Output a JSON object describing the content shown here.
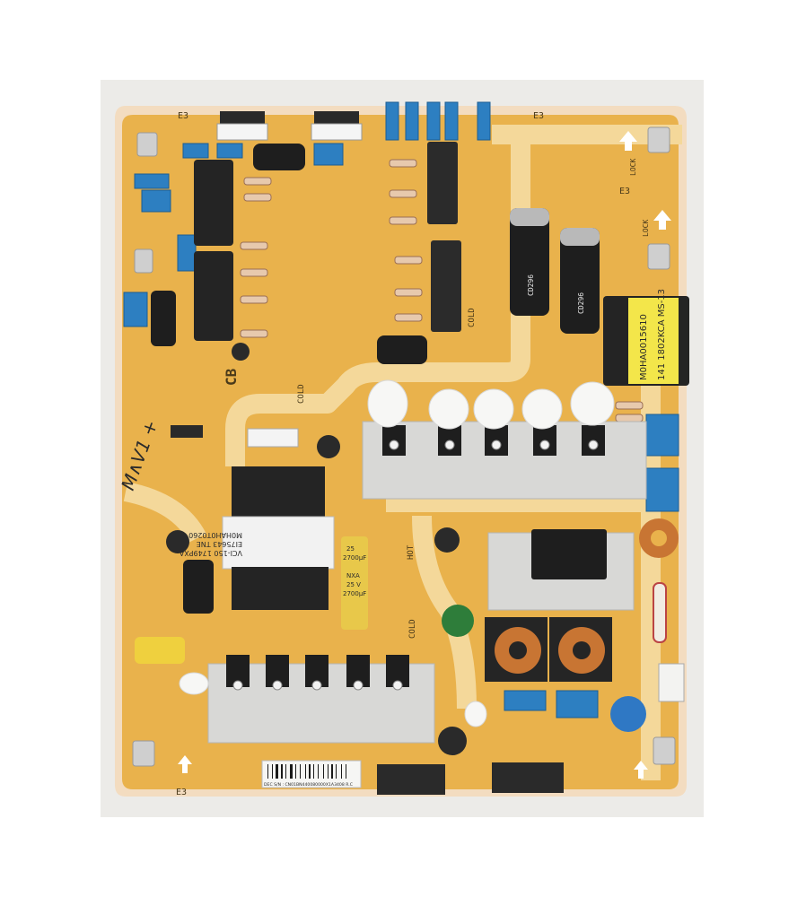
{
  "image": {
    "subject": "TV power supply printed circuit board",
    "colors": {
      "background": "#ffffff",
      "backdrop": "#ecebe8",
      "board": "#e9b24c",
      "board_edge": "#f3dcc0",
      "trace_band": "#f4d89a",
      "heatsink": "#d8d8d6",
      "capacitor": "#1e1e1e",
      "x_capacitor": "#2d7fc1",
      "transformer": "#242424",
      "yellow_label": "#f3e64a",
      "connector": "#2a2a2a",
      "coil_copper": "#c87533",
      "varistor_green": "#2e7d3a",
      "y_cap_blue": "#2f78c4"
    }
  },
  "markings": {
    "cb": "CB",
    "cold_1": "COLD",
    "cold_2": "COLD",
    "cold_3": "COLD",
    "hot": "HOT",
    "lock_1": "LOCK",
    "lock_2": "LOCK",
    "e3_1": "E3",
    "e3_2": "E3",
    "e3_3": "E3",
    "e3_4": "E3",
    "handwriting": "M∧V1 +"
  },
  "labels": {
    "transformer_main": [
      "M0HAH0T0260",
      "EI75643 TNE",
      "VCI-150 1749PXA"
    ],
    "transformer_yellow": [
      "M0HA0015610",
      "141 1802KCA MS-13"
    ],
    "barcode_text": "DEC S/N : CN01BN440080000X1A3408   R.C"
  },
  "capacitors": {
    "rating_gold": [
      "25",
      "2700µF"
    ],
    "rating_nxa": [
      "NXA",
      "25 V",
      "2700µF"
    ],
    "rating_big": [
      "CD296",
      "CD296"
    ]
  }
}
